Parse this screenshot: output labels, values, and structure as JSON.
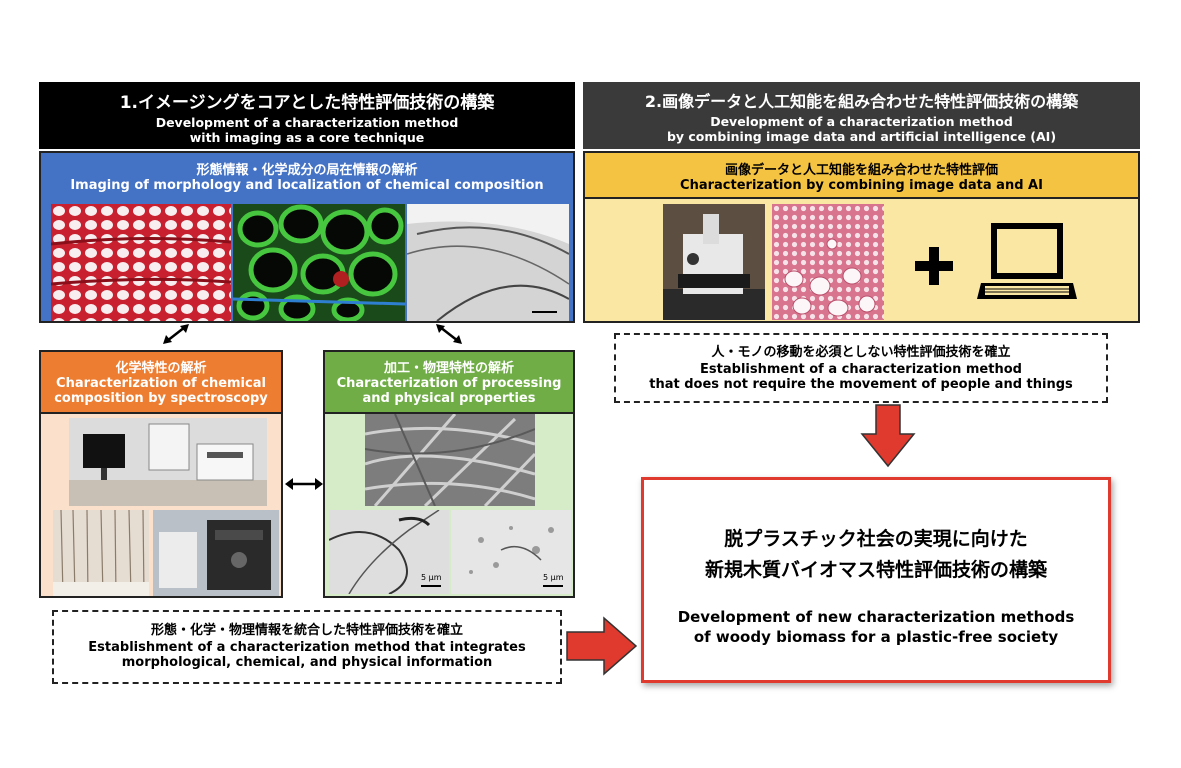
{
  "left_header": {
    "title_jp": "1.イメージングをコアとした特性評価技術の構築",
    "title_en_1": "Development of a characterization method",
    "title_en_2": "with imaging as a core technique"
  },
  "right_header": {
    "title_jp": "2.画像データと人工知能を組み合わせた特性評価技術の構築",
    "title_en_1": "Development of a characterization method",
    "title_en_2": "by combining image data and artificial intelligence (AI)"
  },
  "imaging_panel": {
    "title_jp": "形態情報・化学成分の局在情報の解析",
    "title_en": "Imaging of morphology and localization of chemical composition"
  },
  "ai_panel": {
    "title_jp": "画像データと人工知能を組み合わせた特性評価",
    "title_en": "Characterization by combining image data and AI"
  },
  "chemical_panel": {
    "title_jp": "化学特性の解析",
    "title_en_1": "Characterization of chemical",
    "title_en_2": "composition by spectroscopy"
  },
  "physical_panel": {
    "title_jp": "加工・物理特性の解析",
    "title_en_1": "Characterization of processing",
    "title_en_2": "and physical properties",
    "scale_1": "5 μm",
    "scale_2": "5 μm"
  },
  "integrate_box": {
    "jp": "形態・化学・物理情報を統合した特性評価技術を確立",
    "en_1": "Establishment of a characterization method that integrates",
    "en_2": "morphological, chemical, and physical information"
  },
  "remote_box": {
    "jp": "人・モノの移動を必須としない特性評価技術を確立",
    "en_1": "Establishment of a characterization method",
    "en_2": "that does not require the movement of people and things"
  },
  "goal_box": {
    "jp_1": "脱プラスチック社会の実現に向けた",
    "jp_2": "新規木質バイオマス特性評価技術の構築",
    "en_1": "Development of new characterization methods",
    "en_2": "of woody biomass for a plastic-free society"
  },
  "colors": {
    "blue": "#4472c4",
    "orange": "#ed7d31",
    "green": "#70ad47",
    "yellow": "#f5c342",
    "red": "#e03a2e"
  }
}
